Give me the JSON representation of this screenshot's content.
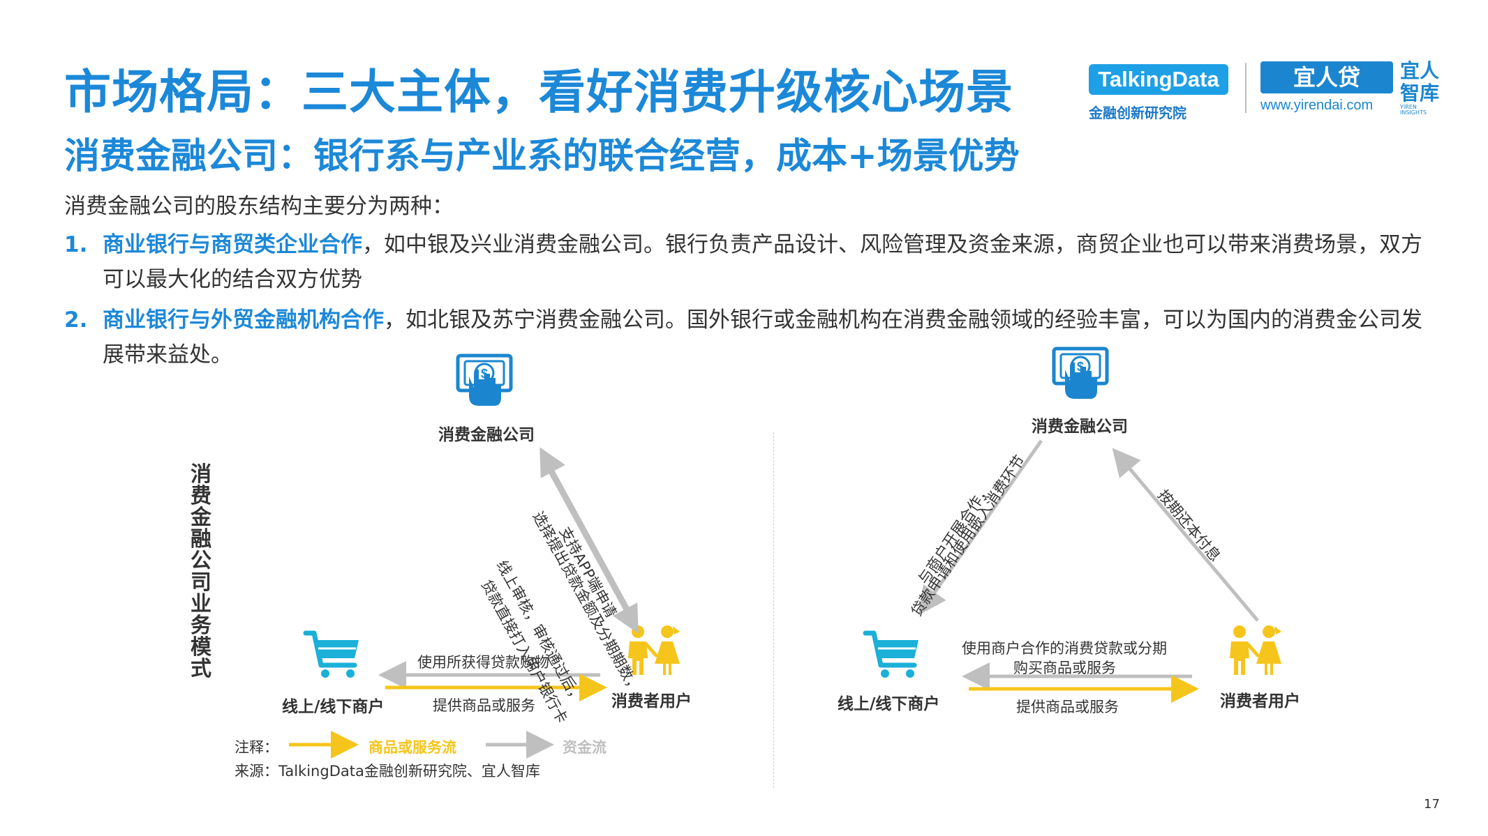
{
  "header": {
    "title": "市场格局：三大主体，看好消费升级核心场景",
    "subtitle": "消费金融公司：银行系与产业系的联合经营，成本+场景优势"
  },
  "logos": {
    "talkingdata": "TalkingData",
    "talkingdata_sub": "金融创新研究院",
    "yirendai": "宜人贷",
    "yirendai_url": "www.yirendai.com",
    "yiren_zhiku": "宜人智库",
    "yiren_insights": "YIREN INSIGHTS"
  },
  "intro": "消费金融公司的股东结构主要分为两种：",
  "items": [
    {
      "num": "1.",
      "highlight": "商业银行与商贸类企业合作",
      "text": "，如中银及兴业消费金融公司。银行负责产品设计、风险管理及资金来源，商贸企业也可以带来消费场景，双方可以最大化的结合双方优势"
    },
    {
      "num": "2.",
      "highlight": "商业银行与外贸金融机构合作",
      "text": "，如北银及苏宁消费金融公司。国外银行或金融机构在消费金融领域的经验丰富，可以为国内的消费金公司发展带来益处。"
    }
  ],
  "diagram": {
    "side_title": "消费金融公司业务模式",
    "colors": {
      "goods": "#f6c51b",
      "funds": "#bfbfbf",
      "icon_blue": "#1b86cf",
      "icon_cyan": "#1ab0d8",
      "icon_yellow": "#f6c51b"
    },
    "left": {
      "finance_label": "消费金融公司",
      "merchant_label": "线上/线下商户",
      "consumer_label": "消费者用户",
      "flow_apply_1": "选择提出贷款金额及分期期数，",
      "flow_apply_2": "支持APP端申请",
      "flow_loan_1": "线上审核，审核通过后，",
      "flow_loan_2": "贷款直接打入用户银行卡",
      "flow_buy": "使用所获得贷款购物",
      "flow_goods": "提供商品或服务"
    },
    "right": {
      "finance_label": "消费金融公司",
      "merchant_label": "线上/线下商户",
      "consumer_label": "消费者用户",
      "flow_coop_1": "与商户开展合作，",
      "flow_coop_2": "贷款申请和使用嵌入消费环节",
      "flow_repay": "按期还本付息",
      "flow_buy_1": "使用商户合作的消费贷款或分期",
      "flow_buy_2": "购买商品或服务",
      "flow_goods": "提供商品或服务"
    }
  },
  "legend": {
    "note_label": "注释：",
    "goods_label": "商品或服务流",
    "funds_label": "资金流"
  },
  "source": "来源：TalkingData金融创新研究院、宜人智库",
  "page_number": "17"
}
